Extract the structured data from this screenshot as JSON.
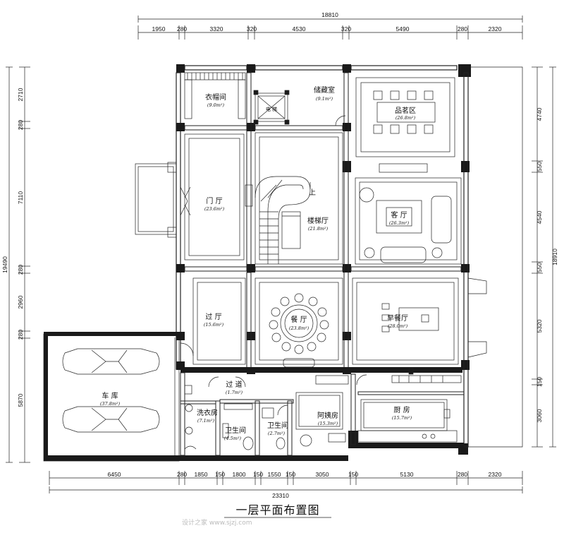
{
  "title": "一层平面布置图",
  "watermark": "设计之家 www.sjzj.com",
  "dimensions": {
    "top_total": "18810",
    "top": [
      "1950",
      "280",
      "3320",
      "320",
      "4530",
      "320",
      "5490",
      "280",
      "2320"
    ],
    "bottom_total": "23310",
    "bottom": [
      "6450",
      "280",
      "1850",
      "150",
      "1800",
      "150",
      "1550",
      "150",
      "3050",
      "150",
      "5130",
      "280",
      "2320"
    ],
    "left_total": "19490",
    "left": [
      "2710",
      "280",
      "7110",
      "280",
      "2960",
      "280",
      "5870"
    ],
    "right_total": "18910",
    "right": [
      "4740",
      "550",
      "4540",
      "550",
      "5320",
      "150",
      "3060"
    ]
  },
  "rooms": [
    {
      "id": "cloakroom",
      "name": "衣帽间",
      "area": "(9.0m²)"
    },
    {
      "id": "elevator",
      "name": "电 梯",
      "area": ""
    },
    {
      "id": "storage",
      "name": "储藏室",
      "area": "(9.1m²)"
    },
    {
      "id": "tea-area",
      "name": "品茗区",
      "area": "(26.8m²)"
    },
    {
      "id": "foyer",
      "name": "门 厅",
      "area": "(23.6m²)"
    },
    {
      "id": "stair-hall",
      "name": "楼梯厅",
      "area": "(21.8m²)"
    },
    {
      "id": "living-room",
      "name": "客 厅",
      "area": "(26.3m²)"
    },
    {
      "id": "passage-hall",
      "name": "过 厅",
      "area": "(15.6m²)"
    },
    {
      "id": "dining-room",
      "name": "餐 厅",
      "area": "(23.8m²)"
    },
    {
      "id": "breakfast-room",
      "name": "早餐厅",
      "area": "(28.0m²)"
    },
    {
      "id": "garage",
      "name": "车 库",
      "area": "(37.8m²)"
    },
    {
      "id": "corridor",
      "name": "过 道",
      "area": "(1.7m²)"
    },
    {
      "id": "laundry",
      "name": "洗衣房",
      "area": "(7.1m²)"
    },
    {
      "id": "bathroom-1",
      "name": "卫生间",
      "area": "(4.5m²)"
    },
    {
      "id": "bathroom-2",
      "name": "卫生间",
      "area": "(2.7m²)"
    },
    {
      "id": "nanny-room",
      "name": "阿姨房",
      "area": "(15.3m²)"
    },
    {
      "id": "kitchen",
      "name": "厨 房",
      "area": "(15.7m²)"
    }
  ],
  "stair_label": "上"
}
